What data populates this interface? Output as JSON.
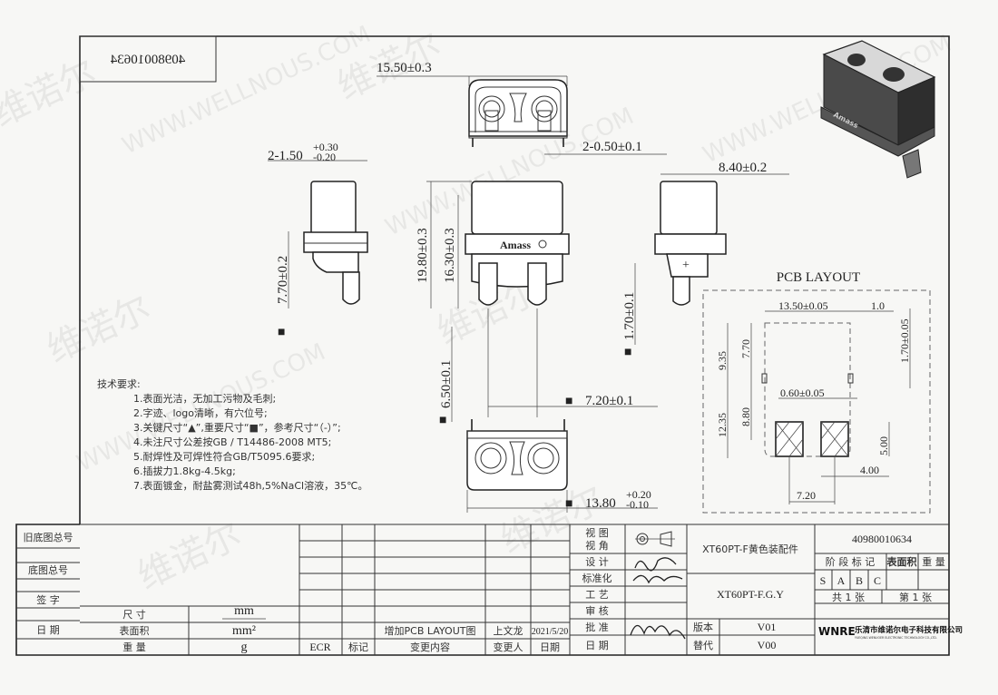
{
  "watermarks": {
    "cn": "维诺尔",
    "en": "WWW.WELLNOUS.COM"
  },
  "mirrored_number": "40980010634",
  "views": {
    "logo_text": "Amass",
    "plus_mark": "+",
    "dims": {
      "top_width": "15.50±0.3",
      "pin_dia_base": "2-1.50",
      "pin_dia_plus": "+0.30",
      "pin_dia_minus": "-0.20",
      "pin_thk": "2-0.50±0.1",
      "side_width": "8.40±0.2",
      "side_height": "7.70±0.2",
      "total_height": "19.80±0.3",
      "body_height": "16.30±0.3",
      "pin_offset": "1.70±0.1",
      "pin_length": "6.50±0.1",
      "pin_pitch": "7.20±0.1",
      "bottom_width_base": "13.80",
      "bottom_width_plus": "+0.20",
      "bottom_width_minus": "-0.10",
      "important_mark": "■"
    }
  },
  "pcb_layout": {
    "title": "PCB LAYOUT",
    "width": "13.50±0.05",
    "gap": "1.0",
    "offset": "1.70±0.05",
    "d1": "9.35",
    "d2": "7.70",
    "slot": "0.60±0.05",
    "d3": "12.35",
    "d4": "8.80",
    "pad_h": "5.00",
    "pad_w": "4.00",
    "pitch": "7.20"
  },
  "technical_requirements": {
    "title": "技术要求:",
    "items": [
      "1.表面光洁，无加工污物及毛刺;",
      "2.字迹、logo清晰，有穴位号;",
      "3.关键尺寸“▲”,重要尺寸“■”，参考尺寸“（-）”;",
      "4.未注尺寸公差按GB / T14486-2008 MT5;",
      "5.耐焊性及可焊性符合GB/T5095.6要求;",
      "6.插拔力1.8kg-4.5kg;",
      "7.表面镀金，耐盐雾测试48h,5%NaCl溶液，35℃。"
    ]
  },
  "title_block": {
    "left_strip": [
      "旧底图总号",
      "底图总号",
      "签  字",
      "日  期"
    ],
    "units": [
      {
        "label": "尺  寸",
        "unit": "mm"
      },
      {
        "label": "表面积",
        "unit": "mm²"
      },
      {
        "label": "重  量",
        "unit": "g"
      }
    ],
    "revision_headers": [
      "ECR",
      "标记",
      "变更内容",
      "变更人",
      "日期"
    ],
    "revision_entry": {
      "content": "增加PCB LAYOUT图",
      "person": "上文龙",
      "date": "2021/5/20"
    },
    "approval": {
      "view_1": "视  图",
      "view_2": "视  角",
      "rows": [
        "设  计",
        "标准化",
        "工  艺",
        "审  核",
        "批  准",
        "日  期"
      ]
    },
    "part_name": "XT60PT-F黄色装配件",
    "model": "XT60PT-F.G.Y",
    "version_label": "版本",
    "version": "V01",
    "replace_label": "替代",
    "replace": "V00",
    "part_number": "40980010634",
    "stage_header": "阶 段 标 记",
    "area_header": "表面积",
    "weight_header": "重  量",
    "stages": [
      "S",
      "A",
      "B",
      "C"
    ],
    "sheets_total": "共  1  张",
    "sheet_no": "第  1  张",
    "company_logo": "WNRE",
    "company": "乐清市维诺尔电子科技有限公司",
    "company_en": "YUEQING WENUOER ELECTRONIC TECHNOLOGY CO.,LTD."
  }
}
